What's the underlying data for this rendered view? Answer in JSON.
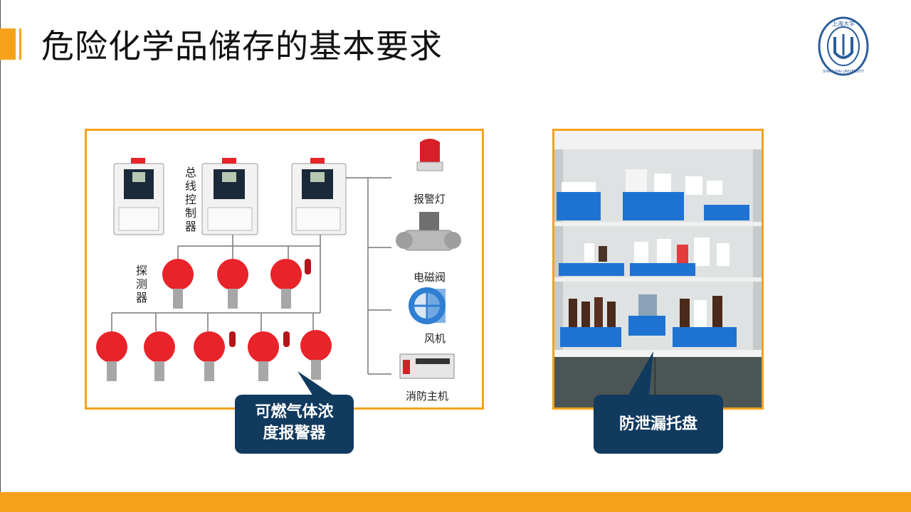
{
  "slide": {
    "title": "危险化学品储存的基本要求"
  },
  "logo": {
    "glyphs": "上海大学",
    "name_en": "SHANGHAI UNIVERSITY"
  },
  "diagram": {
    "bus_controller_label": "总线控制器",
    "detector_label": "探测器",
    "outputs": [
      "报警灯",
      "电磁阀",
      "风机",
      "消防主机"
    ]
  },
  "callouts": {
    "gas_alarm": [
      "可燃气体浓",
      "度报警器"
    ],
    "tray": "防泄漏托盘"
  },
  "colors": {
    "accent": "#f5a21b",
    "callout_bg": "#113a5f",
    "detector_red": "#e8232a",
    "bin_blue": "#1e73d2"
  }
}
